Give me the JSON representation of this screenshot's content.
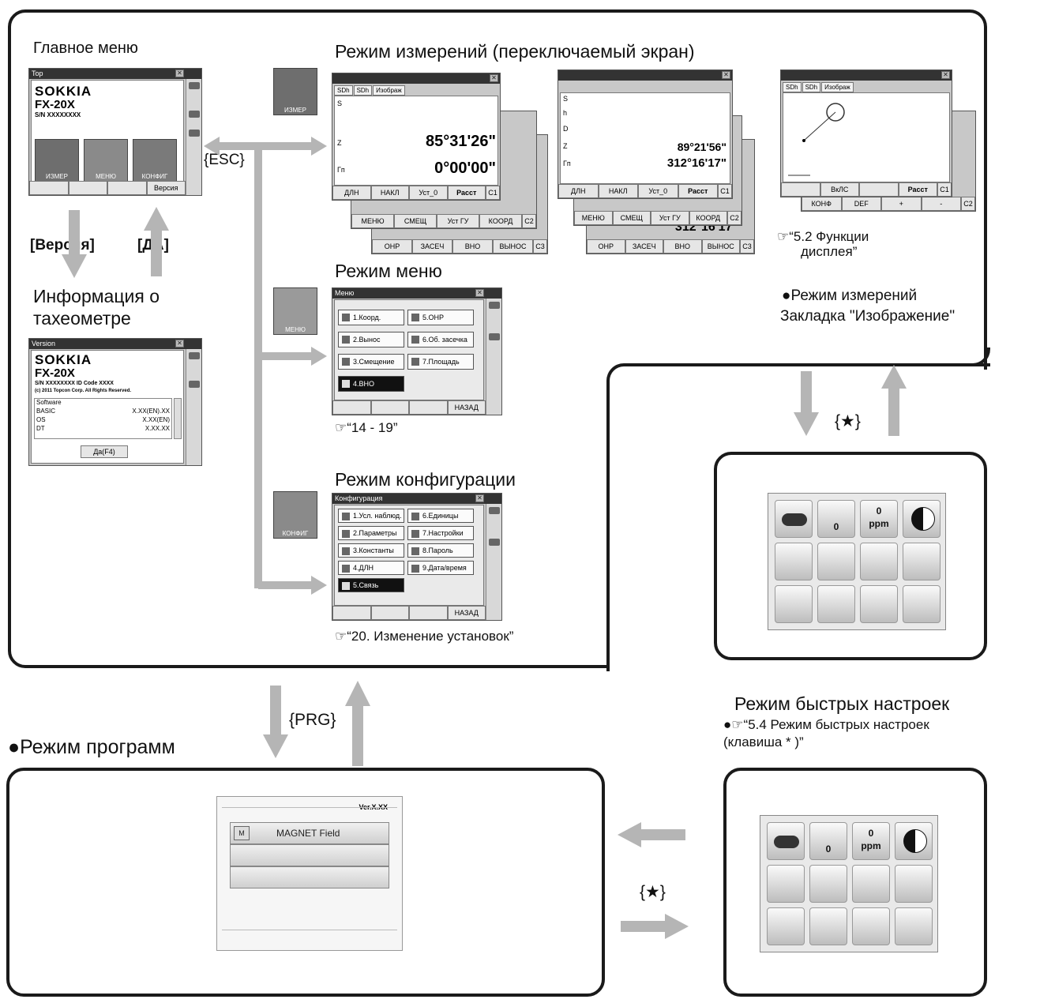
{
  "main_menu": {
    "title": "Главное меню"
  },
  "meas_title": "Режим измерений (переключаемый экран)",
  "menu_title": "Режим меню",
  "config_title": "Режим конфигурации",
  "info_title": [
    "Информация о",
    "тахеометре"
  ],
  "version_arrow": "[Версия]",
  "yes_arrow": "[ДА]",
  "esc_label": "{ESC}",
  "prg_label": "{PRG}",
  "star_label": "{★}",
  "star_label2": "{★}",
  "ref_menu": "“14 - 19”",
  "ref_config": "“20. Изменение установок”",
  "ref_display": [
    "“5.2 Функции",
    "дисплея”"
  ],
  "image_tab_note": [
    "●Режим измерений",
    "Закладка \"Изображение\""
  ],
  "quick_title": "Режим быстрых настроек",
  "quick_ref": [
    "“5.4 Режим быстрых настроек",
    "(клавиша * )”"
  ],
  "program_title": "●Режим программ",
  "top_screen": {
    "win_title": "Top",
    "brand": "SOKKIA",
    "model": "FX-20X",
    "serial": "S/N XXXXXXXX",
    "icons": [
      "ИЗМЕР",
      "МЕНЮ",
      "КОНФИГ"
    ],
    "fkeys": [
      "",
      "",
      "",
      "Версия"
    ]
  },
  "version_screen": {
    "win_title": "Version",
    "brand": "SOKKIA",
    "model": "FX-20X",
    "serial": "S/N XXXXXXXX  ID Code XXXX",
    "copyright": "(c) 2011 Topcon Corp. All Rights Reserved.",
    "rows": [
      [
        "Software",
        ""
      ],
      [
        "BASIC",
        "X.XX(EN).XX"
      ],
      [
        "OS",
        "X.XX(EN)"
      ],
      [
        "DT",
        "X.XX.XX"
      ]
    ],
    "button": "Да(F4)"
  },
  "meas_screen1": {
    "tabs": [
      "SDh",
      "SDh",
      "Изображ"
    ],
    "labels": [
      "S",
      "Z",
      "Гп"
    ],
    "z_value": "85°31'26\"",
    "h_value": "0°00'00\"",
    "fkeys1": [
      "ДЛН",
      "НАКЛ",
      "Уст_0",
      "Расст",
      "С1"
    ],
    "fkeys2": [
      "МЕНЮ",
      "СМЕЩ",
      "Уст ГУ",
      "КООРД",
      "С2"
    ],
    "fkeys3": [
      "ОНР",
      "ЗАСЕЧ",
      "ВНО",
      "ВЫНОС",
      "С3"
    ]
  },
  "meas_screen2": {
    "labels": [
      "S",
      "h",
      "D",
      "Z",
      "Гп"
    ],
    "z_value": "89°21'56\"",
    "h_value": "312°16'17\"",
    "h_echo": "312°16'17\"",
    "fkeys1": [
      "ДЛН",
      "НАКЛ",
      "Уст_0",
      "Расст",
      "С1"
    ],
    "fkeys2": [
      "МЕНЮ",
      "СМЕЩ",
      "Уст ГУ",
      "КООРД",
      "С2"
    ],
    "fkeys3": [
      "ОНР",
      "ЗАСЕЧ",
      "ВНО",
      "ВЫНОС",
      "С3"
    ]
  },
  "meas_screen3": {
    "tabs": [
      "SDh",
      "SDh",
      "Изображ"
    ],
    "fkeys1": [
      "",
      "ВкЛС",
      "",
      "Расст",
      "С1"
    ],
    "fkeys2": [
      "КОНФ",
      "DEF",
      "+",
      "-",
      "С2"
    ]
  },
  "menu_screen": {
    "win_title": "Меню",
    "items": [
      "1.Коорд.",
      "5.ОНР",
      "2.Вынос",
      "6.Об. засечка",
      "3.Смещение",
      "7.Площадь",
      "4.ВНО"
    ],
    "fkeys": [
      "",
      "",
      "",
      "НАЗАД"
    ]
  },
  "config_screen": {
    "win_title": "Конфигурация",
    "items": [
      "1.Усл. наблюд.",
      "6.Единицы",
      "2.Параметры",
      "7.Настройки",
      "3.Константы",
      "8.Пароль",
      "4.ДЛН",
      "9.Дата/время",
      "5.Связь"
    ],
    "fkeys": [
      "",
      "",
      "",
      "НАЗАД"
    ]
  },
  "side_icons": [
    "ИЗМЕР",
    "МЕНЮ",
    "КОНФИГ"
  ],
  "quick_grid": {
    "cells": [
      "prism-icon",
      "laser-icon",
      "ppm-icon",
      "contrast-icon",
      "tilt-icon",
      "instrument-icon",
      "level-icon",
      "reticle-icon",
      "",
      "",
      "",
      "tools-icon"
    ],
    "laser_value": "0",
    "ppm_value": "0",
    "ppm_unit": "ppm"
  },
  "program_screen": {
    "version": "Ver.X.XX",
    "items": [
      "MAGNET Field",
      "",
      ""
    ],
    "item_icon_text": "M"
  }
}
